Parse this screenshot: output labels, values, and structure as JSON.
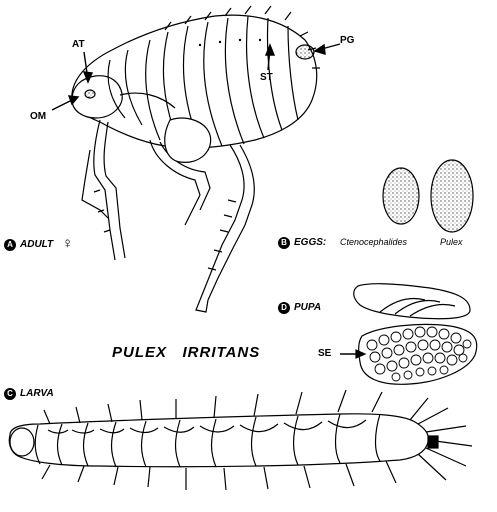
{
  "title": "PULEX   IRRITANS",
  "panels": {
    "adult": {
      "letter": "A",
      "label": "ADULT",
      "symbol": "♀"
    },
    "eggs": {
      "letter": "B",
      "label": "EGGS:",
      "genus1": "Ctenocephalides",
      "genus2": "Pulex"
    },
    "larva": {
      "letter": "C",
      "label": "LARVA"
    },
    "pupa": {
      "letter": "D",
      "label": "PUPA"
    }
  },
  "callouts": {
    "at": "AT",
    "om": "OM",
    "st": "ST",
    "pg": "PG",
    "se": "SE"
  }
}
